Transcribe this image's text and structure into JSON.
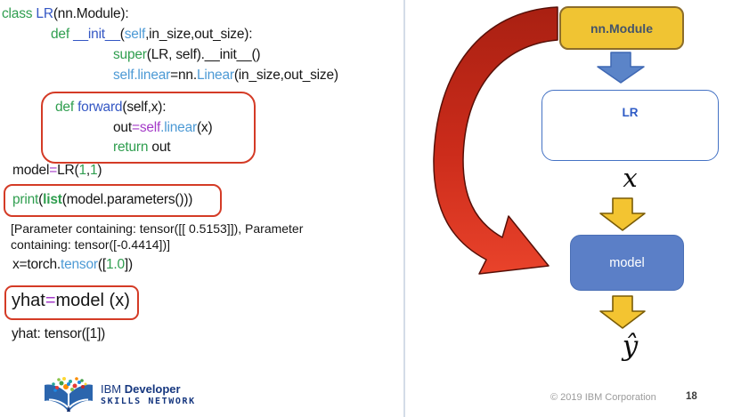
{
  "code": {
    "lines": [
      {
        "segments": [
          {
            "t": "class ",
            "c": "kw"
          },
          {
            "t": "LR",
            "c": "fn"
          },
          {
            "t": "(nn.Module):",
            "c": "pl"
          }
        ]
      },
      {
        "segments": [
          {
            "t": "def ",
            "c": "kw"
          },
          {
            "t": "__init__",
            "c": "fn"
          },
          {
            "t": "(",
            "c": "pl"
          },
          {
            "t": "self",
            "c": "lb"
          },
          {
            "t": ",in_size,out_size):",
            "c": "pl"
          }
        ]
      },
      {
        "segments": [
          {
            "t": "super",
            "c": "kw"
          },
          {
            "t": "(LR, self).__init__()",
            "c": "pl"
          }
        ]
      },
      {
        "segments": [
          {
            "t": "self.linear",
            "c": "lb"
          },
          {
            "t": "=nn.",
            "c": "pl"
          },
          {
            "t": "Linear",
            "c": "lb"
          },
          {
            "t": "(in_size,out_size)",
            "c": "pl"
          }
        ]
      },
      {
        "segments": [
          {
            "t": "def ",
            "c": "kw"
          },
          {
            "t": "forward",
            "c": "fn"
          },
          {
            "t": "(self,x):",
            "c": "pl"
          }
        ]
      },
      {
        "segments": [
          {
            "t": "out",
            "c": "pl"
          },
          {
            "t": "=",
            "c": "op"
          },
          {
            "t": "self",
            "c": "op"
          },
          {
            "t": ".linear",
            "c": "lb"
          },
          {
            "t": "(x)",
            "c": "pl"
          }
        ]
      },
      {
        "segments": [
          {
            "t": "return",
            "c": "kw"
          },
          {
            "t": " out",
            "c": "pl"
          }
        ]
      },
      {
        "segments": [
          {
            "t": "model",
            "c": "pl"
          },
          {
            "t": "=",
            "c": "op"
          },
          {
            "t": "LR(",
            "c": "pl"
          },
          {
            "t": "1",
            "c": "num"
          },
          {
            "t": ",",
            "c": "pl"
          },
          {
            "t": "1",
            "c": "num"
          },
          {
            "t": ")",
            "c": "pl"
          }
        ]
      },
      {
        "segments": [
          {
            "t": "print",
            "c": "kw"
          },
          {
            "t": "(",
            "c": "pl"
          },
          {
            "t": "list",
            "c": "kwb"
          },
          {
            "t": "(model.parameters()))",
            "c": "pl"
          }
        ]
      },
      {
        "segments": [
          {
            "t": "[Parameter containing: tensor([[ 0.5153]]), Parameter",
            "c": "pl"
          }
        ]
      },
      {
        "segments": [
          {
            "t": "containing: tensor([-0.4414])]",
            "c": "pl"
          }
        ]
      },
      {
        "segments": [
          {
            "t": "x=torch.",
            "c": "pl"
          },
          {
            "t": "tensor",
            "c": "lb"
          },
          {
            "t": "([",
            "c": "pl"
          },
          {
            "t": "1.0",
            "c": "num"
          },
          {
            "t": "])",
            "c": "pl"
          }
        ]
      },
      {
        "segments": [
          {
            "t": "yhat",
            "c": "pl"
          },
          {
            "t": "=",
            "c": "op"
          },
          {
            "t": "model (x)",
            "c": "pl"
          }
        ]
      },
      {
        "segments": [
          {
            "t": "yhat: tensor([1])",
            "c": "pl"
          }
        ]
      }
    ]
  },
  "diagram": {
    "nn_module": "nn.Module",
    "lr": "LR",
    "x": "x",
    "model": "model",
    "yhat": "ŷ"
  },
  "footer": {
    "copyright": "© 2019 IBM Corporation",
    "page": "18"
  },
  "logo": {
    "title_ibm": "IBM ",
    "title_dev": "Developer",
    "subtitle": "SKILLS NETWORK"
  },
  "colors": {
    "highlight_red": "#D43B26",
    "keyword_green": "#2F9E4F",
    "function_blue": "#3457C4",
    "attribute_blue": "#4D9AD5",
    "operator_purple": "#A43BC8",
    "nn_module_fill": "#F0C433",
    "model_fill": "#5B7FC7",
    "lr_border": "#4472C4",
    "red_arrow": "#D33220",
    "yellow_arrow": "#F3C431",
    "blue_arrow": "#5B84C8",
    "logo_blue": "#16377F"
  }
}
